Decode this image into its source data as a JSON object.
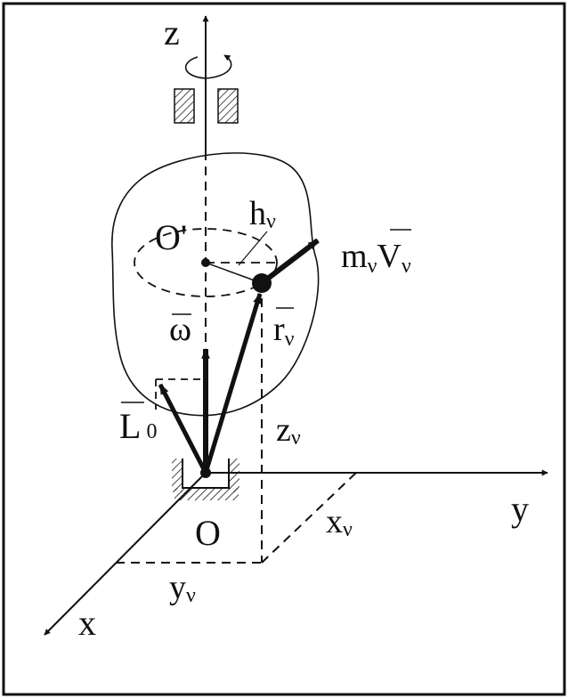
{
  "labels": {
    "z": "z",
    "y": "y",
    "x": "x",
    "O": "O",
    "O_prime": "O'",
    "h": "h",
    "h_sub": "ν",
    "mV_m": "m",
    "mV_sub1": "ν",
    "mV_V": "V",
    "mV_sub2": "ν",
    "r": "r",
    "r_sub": "ν",
    "omega": "ω",
    "L": "L",
    "L_sub": "0",
    "z_coord": "z",
    "z_coord_sub": "ν",
    "x_coord": "x",
    "x_coord_sub": "ν",
    "y_coord": "y",
    "y_coord_sub": "ν"
  },
  "colors": {
    "ink": "#111111",
    "background": "#ffffff"
  }
}
